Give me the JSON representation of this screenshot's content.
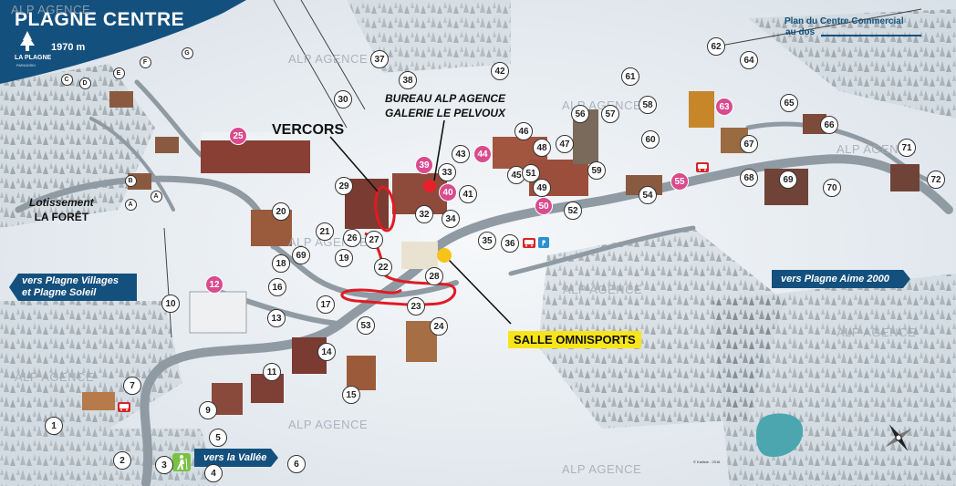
{
  "header": {
    "title": "PLAGNE CENTRE",
    "altitude": "1970 m",
    "logo_text": "LA PLAGNE",
    "logo_sub": "PARADISKI",
    "brand_color": "#14507e"
  },
  "plan_note": {
    "line1": "Plan du Centre Commercial",
    "line2": "au dos"
  },
  "watermarks": [
    "ALP AGENCE",
    "ALP AGENCE",
    "ALP AGENCE",
    "ALP AGENCE",
    "ALP AGENCE",
    "ALP AGENCE",
    "ALP AGENCE",
    "ALP AGENCE",
    "ALP AGENCE",
    "ALP AGENCE"
  ],
  "labels": {
    "vercors": "VERCORS",
    "bureau_line1": "BUREAU ALP AGENCE",
    "bureau_line2": "GALERIE LE PELVOUX",
    "lotissement_line1": "Lotissement",
    "lotissement_line2": "LA FORÊT",
    "salle": "SALLE OMNISPORTS"
  },
  "signs": {
    "left_line1": "vers Plagne Villages",
    "left_line2": "et Plagne Soleil",
    "right": "vers Plagne Aime 2000",
    "valley": "vers la Vallée"
  },
  "pins": [
    "1",
    "2",
    "3",
    "4",
    "5",
    "6",
    "7",
    "9",
    "10",
    "11",
    "12",
    "13",
    "14",
    "15",
    "16",
    "17",
    "18",
    "19",
    "20",
    "21",
    "22",
    "23",
    "24",
    "25",
    "26",
    "27",
    "28",
    "29",
    "30",
    "32",
    "33",
    "34",
    "35",
    "36",
    "37",
    "38",
    "39",
    "40",
    "41",
    "42",
    "43",
    "44",
    "45",
    "46",
    "47",
    "48",
    "49",
    "50",
    "51",
    "52",
    "53",
    "54",
    "55",
    "56",
    "57",
    "58",
    "59",
    "60",
    "61",
    "62",
    "63",
    "64",
    "65",
    "66",
    "67",
    "68",
    "69",
    "69",
    "70",
    "71",
    "72"
  ],
  "letters": [
    "A",
    "B",
    "C",
    "D",
    "E",
    "F",
    "G"
  ],
  "copyright": "© Kalliste - 2016",
  "colors": {
    "pink_pin": "#d94b8e",
    "marker_red": "#e8202a",
    "marker_yellow": "#f7c318",
    "highlight_outline": "#e01b24"
  },
  "icons": [
    "hiker-icon",
    "bus-icon",
    "bus-icon",
    "bus-icon",
    "parking-icon",
    "compass-icon"
  ]
}
